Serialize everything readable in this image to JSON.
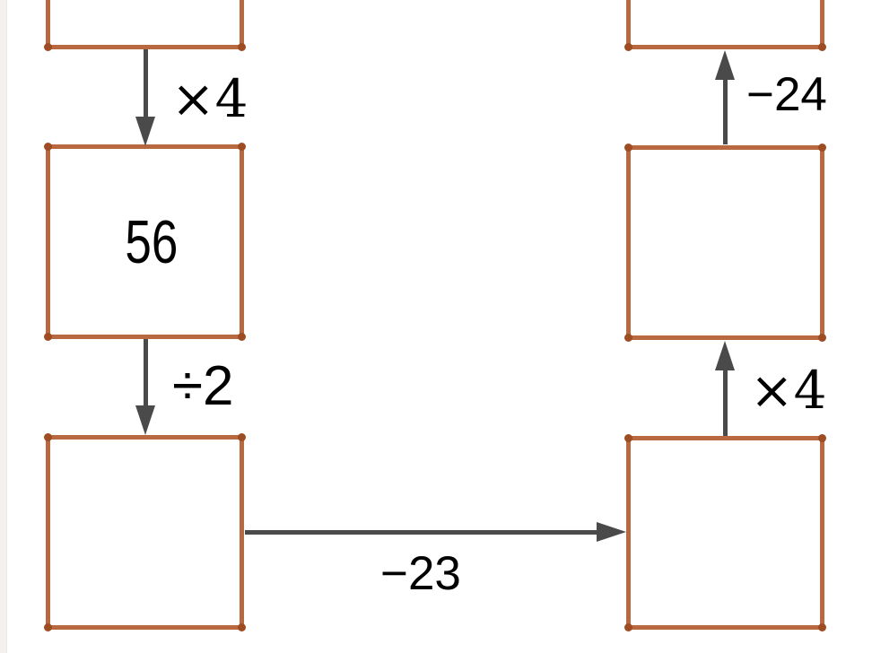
{
  "diagram": {
    "kind": "number-machine-chain",
    "boxes": {
      "top_left": {
        "value": ""
      },
      "middle_left": {
        "value": "56"
      },
      "bottom_left": {
        "value": ""
      },
      "bottom_right": {
        "value": ""
      },
      "middle_right": {
        "value": ""
      },
      "top_right": {
        "value": ""
      }
    },
    "operations": {
      "times4_down_left": {
        "label": "×4",
        "direction": "down"
      },
      "divide2_down": {
        "label": "÷2",
        "direction": "down"
      },
      "minus23_right": {
        "label": "−23",
        "direction": "right"
      },
      "times4_up_right": {
        "label": "×4",
        "direction": "up"
      },
      "minus24_up": {
        "label": "−24",
        "direction": "up"
      }
    },
    "colors": {
      "box_border": "#b9693f",
      "corner_point": "#9e4c22",
      "arrow": "#4a4a4a",
      "text": "#000000"
    }
  }
}
